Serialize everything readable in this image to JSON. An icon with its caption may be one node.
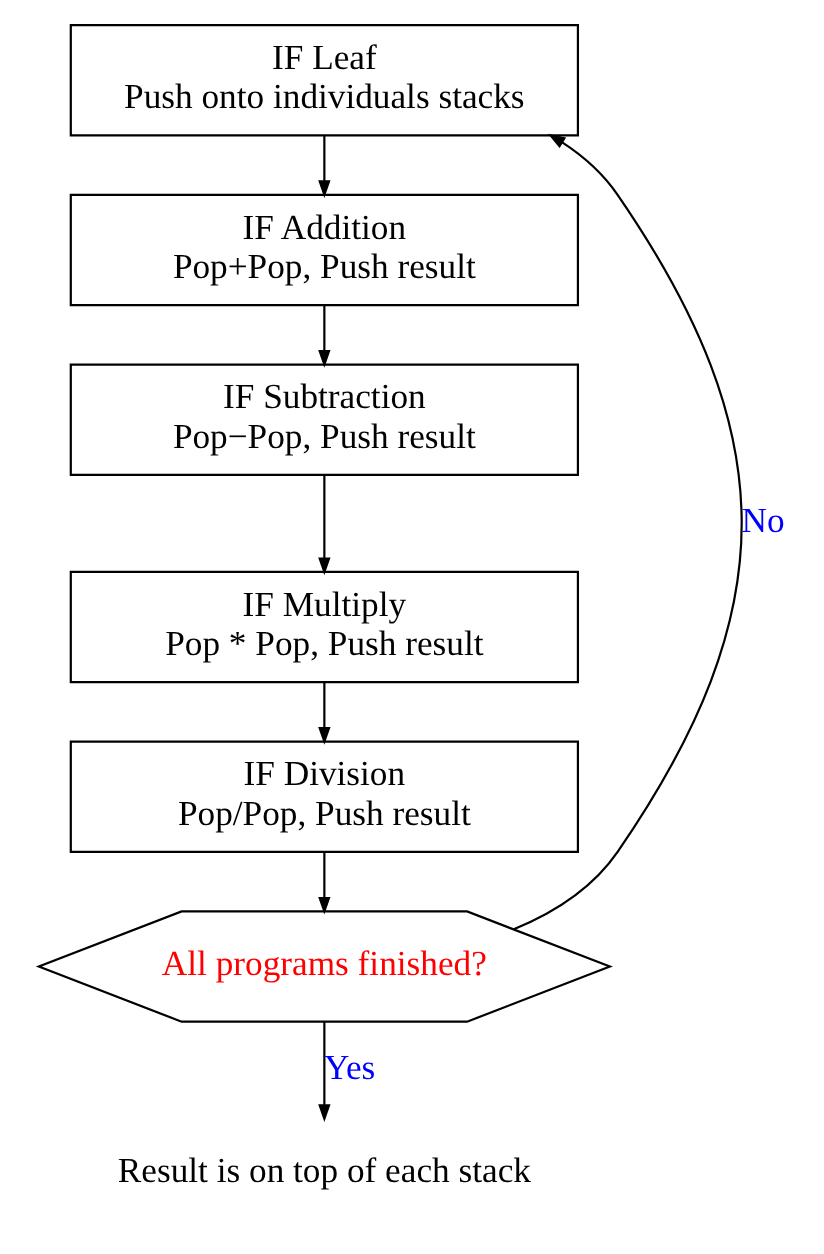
{
  "diagram": {
    "nodes": [
      {
        "text": [
          "IF Leaf",
          "Push onto individuals stacks"
        ]
      },
      {
        "text": [
          "IF Addition",
          "Pop+Pop, Push result"
        ]
      },
      {
        "text": [
          "IF Subtraction",
          "Pop−Pop, Push result"
        ]
      },
      {
        "text": [
          "IF Multiply",
          "Pop * Pop, Push result"
        ]
      },
      {
        "text": [
          "IF Division",
          "Pop/Pop, Push result"
        ]
      },
      {
        "text": [
          "All programs finished?"
        ]
      },
      {
        "text": [
          "Result is on top of each stack"
        ]
      }
    ],
    "edges": [
      {
        "from": 0,
        "to": 1,
        "arrow": "to"
      },
      {
        "from": 1,
        "to": 2,
        "arrow": "to"
      },
      {
        "from": 2,
        "to": 3,
        "arrow": "to"
      },
      {
        "from": 3,
        "to": 4,
        "arrow": "to"
      },
      {
        "from": 4,
        "to": 5,
        "arrow": "to"
      },
      {
        "from": 5,
        "to": 0,
        "arrow": "to",
        "label": "No"
      },
      {
        "from": 5,
        "to": 6,
        "arrow": "to",
        "label": "Yes"
      }
    ]
  }
}
